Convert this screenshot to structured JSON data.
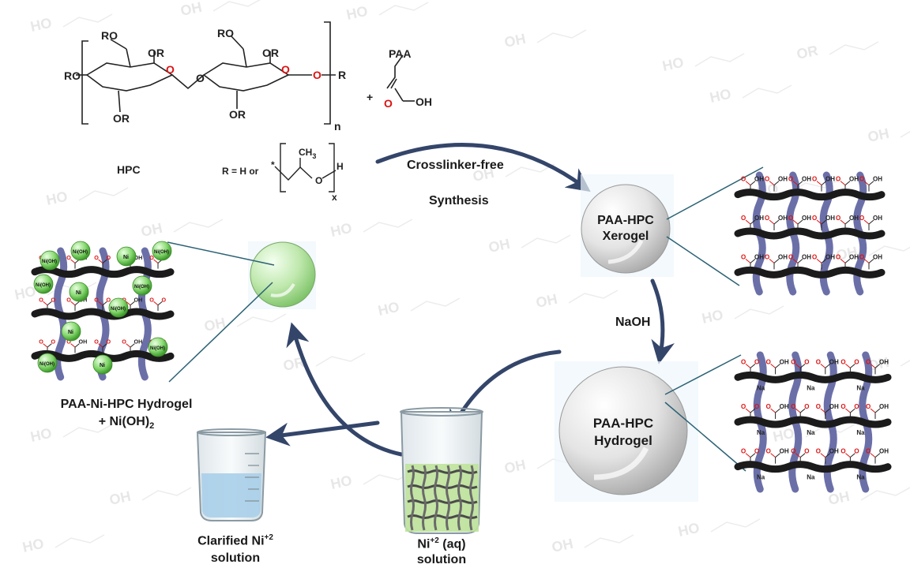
{
  "structure": {
    "r_substituent": "R",
    "ring_o": "O",
    "r_o_group": "RO",
    "o_r_group": "OR",
    "o_linker": "O",
    "repeat_index": "n",
    "paa_label": "PAA",
    "plus": "+",
    "acid_o": "O",
    "acid_oh": "OH",
    "hpc_label": "HPC",
    "r_definition": "R = H or",
    "star": "*",
    "ch3": "CH",
    "ch3_sub": "3",
    "chain_o": "O",
    "chain_h": "H",
    "chain_index": "x"
  },
  "steps": {
    "synthesis_line1": "Crosslinker-free",
    "synthesis_line2": "Synthesis",
    "naoh": "NaOH"
  },
  "spheres": {
    "xerogel_line1": "PAA-HPC",
    "xerogel_line2": "Xerogel",
    "hydrogel_line1": "PAA-HPC",
    "hydrogel_line2": "Hydrogel"
  },
  "ni_hydrogel": {
    "line1": "PAA-Ni-HPC Hydrogel",
    "line2_prefix": "+ Ni(OH)",
    "line2_sub": "2"
  },
  "beakers": {
    "ni_solution_prefix": "Ni",
    "ni_solution_sup": "+2",
    "ni_solution_suffix": " (aq)",
    "ni_solution_line2": "solution",
    "clarified_prefix": "Clarified Ni",
    "clarified_sup": "+2",
    "clarified_line2": "solution"
  },
  "network_labels": {
    "cooh_o": "O",
    "cooh_oh": "OH",
    "coo_minus": "O",
    "na": "Na",
    "ni_oh2": "Ni(OH)",
    "ni": "Ni"
  },
  "watermark": {
    "ho": "HO",
    "oh": "OH",
    "or": "OR",
    "o": "O"
  },
  "colors": {
    "arrow": "#34456a",
    "polymer_blue": "#6b6fa8",
    "polymer_black": "#1b1b1b",
    "ni_green": "#7fd36a",
    "sphere_gray": "#d8d8d8",
    "sphere_green": "#b9e6a8",
    "connector": "#2b6275",
    "liquid_blue": "#a9cfe9",
    "liquid_green": "#bfe39b"
  }
}
